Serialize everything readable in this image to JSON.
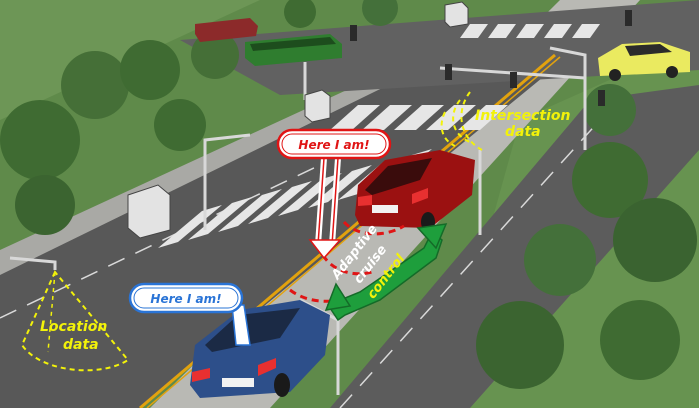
{
  "labels": {
    "here_red": "Here I am!",
    "here_blue": "Here I am!",
    "intersection_line1": "Intersection",
    "intersection_line2": "data",
    "location_line1": "Location",
    "location_line2": "data",
    "acc_line1": "Adaptive",
    "acc_line2": "cruise",
    "acc_line3": "control"
  },
  "colors": {
    "red_accent": "#e01515",
    "blue_accent": "#2a74d6",
    "yellow_text": "#f2f20a",
    "acc_arrow": "#1e9e3c",
    "grass": "#5f8a4a",
    "road": "#585858"
  }
}
